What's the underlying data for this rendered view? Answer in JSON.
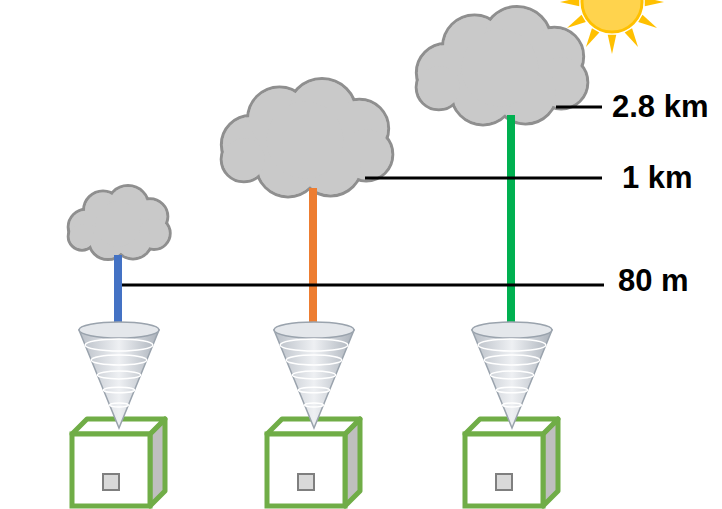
{
  "diagram": {
    "labels": [
      "2.8 km",
      "1 km",
      "80 m"
    ]
  }
}
